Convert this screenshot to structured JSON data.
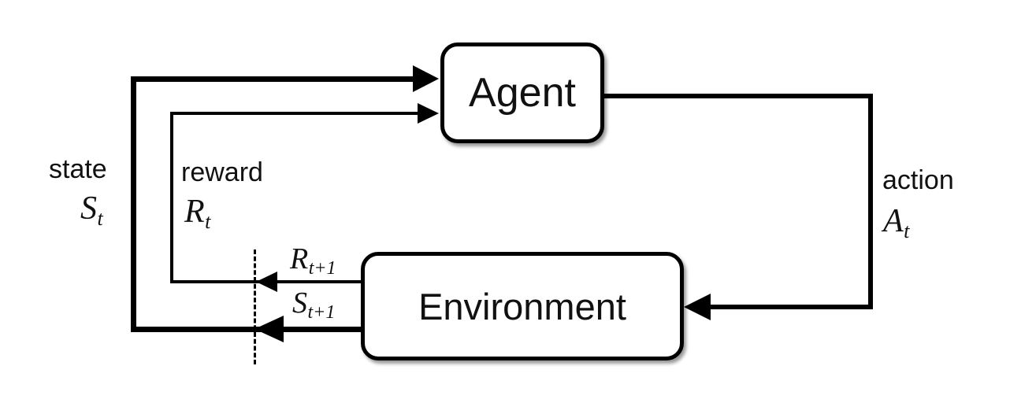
{
  "boxes": {
    "agent": "Agent",
    "environment": "Environment"
  },
  "signals": {
    "state": {
      "word": "state",
      "symbol": "S",
      "subscript": "t"
    },
    "reward": {
      "word": "reward",
      "symbol": "R",
      "subscript": "t"
    },
    "action": {
      "word": "action",
      "symbol": "A",
      "subscript": "t"
    },
    "next_reward": {
      "symbol": "R",
      "subscript": "t+1"
    },
    "next_state": {
      "symbol": "S",
      "subscript": "t+1"
    }
  },
  "colors": {
    "line": "#000000",
    "box_border": "#000000",
    "box_fill": "#ffffff",
    "text": "#111111",
    "background": "#ffffff"
  }
}
